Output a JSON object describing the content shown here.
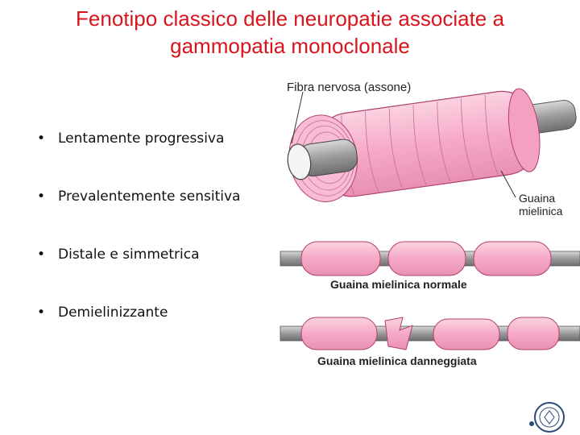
{
  "slide": {
    "title_line1": "Fenotipo classico delle neuropatie associate a",
    "title_line2": "gammopatia monoclonale",
    "bullet_symbol": "•",
    "bullets": [
      "Lentamente progressiva",
      "Prevalentemente sensitiva",
      "Distale e simmetrica",
      "Demielinizzante"
    ]
  },
  "figure": {
    "label_fibra": "Fibra nervosa (assone)",
    "label_guaina_1": "Guaina",
    "label_guaina_2": "mielinica",
    "label_normale": "Guaina mielinica normale",
    "label_danneggiata": "Guaina mielinica danneggiata"
  },
  "colors": {
    "title": "#d8141c",
    "myelin": "#f6a9c7",
    "axon": "#9a9a9a"
  },
  "icons": {
    "seal": "university-seal-icon"
  }
}
